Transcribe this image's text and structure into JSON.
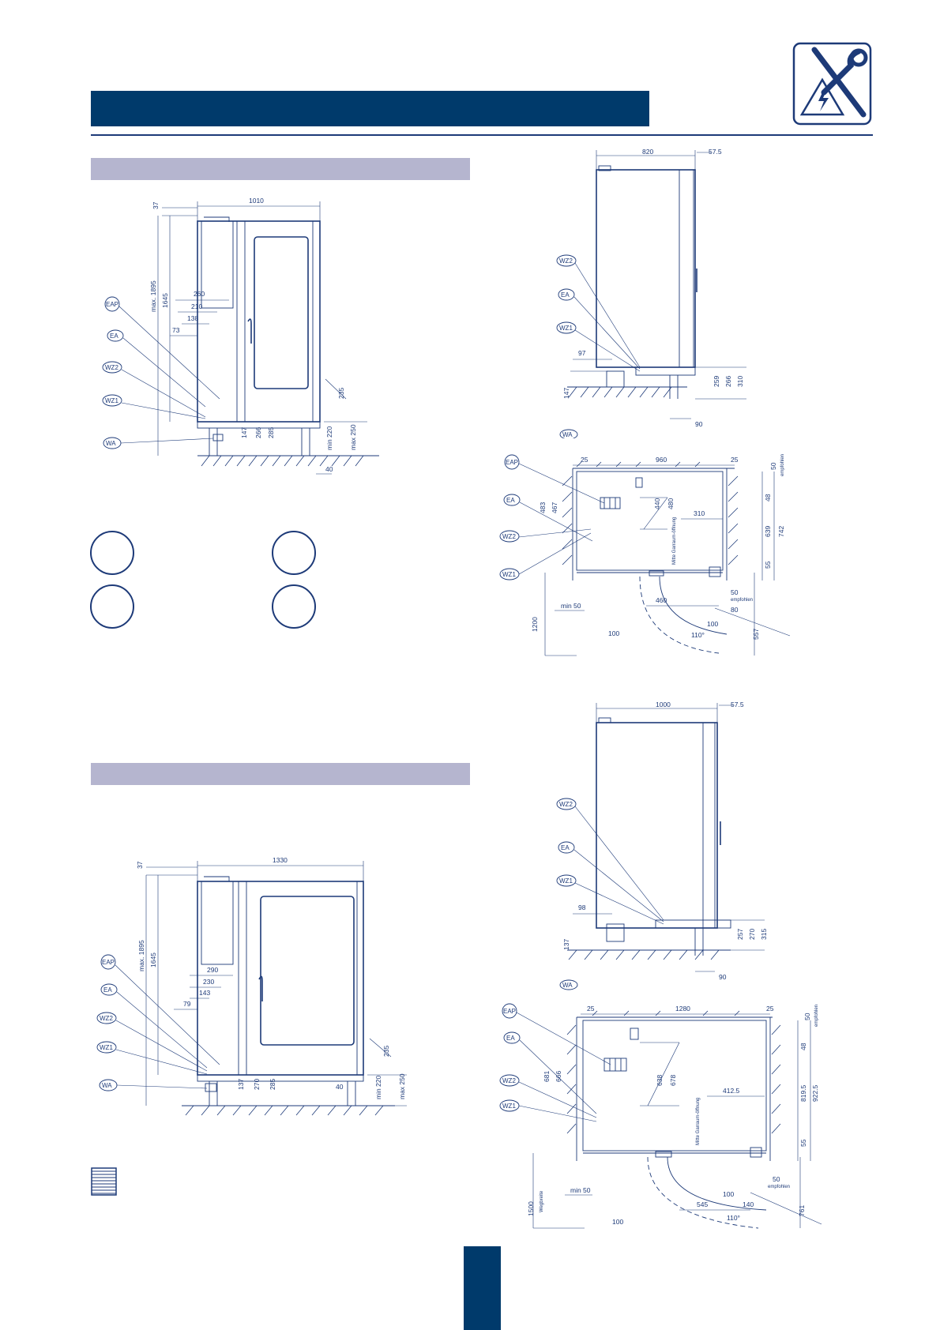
{
  "icons": {
    "header_icon": "wrench-screwdriver-electrical-icon",
    "legend_icon": "hatched-wall-icon"
  },
  "colors": {
    "title_bar": "#003a6b",
    "section_bar": "#b5b5cf",
    "line": "#1d3a78"
  },
  "top_side": {
    "dims": {
      "width": "1010",
      "top_gap": "37",
      "max_height": "max. 1895",
      "height": "1645",
      "d260": "260",
      "d210": "210",
      "d138": "138",
      "d73": "73",
      "d235": "235",
      "d147": "147",
      "d266": "266",
      "d285": "285",
      "min220": "min 220",
      "max250": "max 250",
      "d40": "40"
    },
    "labels": {
      "eap": "EAP",
      "ea": "EA",
      "wz2": "WZ2",
      "wz1": "WZ1",
      "wa": "WA"
    }
  },
  "top_right_side": {
    "dims": {
      "width": "820",
      "d575": "57.5",
      "d97": "97",
      "d147": "147",
      "d259": "259",
      "d266": "266",
      "d310": "310",
      "d90": "90"
    },
    "labels": {
      "wz2": "WZ2",
      "ea": "EA",
      "wz1": "WZ1",
      "wa": "WA"
    }
  },
  "top_plan": {
    "dims": {
      "left": "25",
      "width": "960",
      "right": "25",
      "d50": "50",
      "empf": "empfohlen",
      "d483": "483",
      "d467": "467",
      "d440": "440",
      "d480": "480",
      "d310": "310",
      "d48": "48",
      "d639": "639",
      "d742": "742",
      "d55": "55",
      "mitte": "Mitte Garraum-öffnung",
      "min50": "min 50",
      "d460": "460",
      "d50b": "50",
      "empf2": "empfohlen",
      "d80": "80",
      "d557": "557",
      "d1200": "1200",
      "d100a": "100",
      "d100b": "100",
      "angle": "110°"
    },
    "labels": {
      "eap": "EAP",
      "ea": "EA",
      "wz2": "WZ2",
      "wz1": "WZ1"
    }
  },
  "bottom_side": {
    "dims": {
      "width": "1330",
      "top_gap": "37",
      "max_height": "max. 1895",
      "height": "1645",
      "d290": "290",
      "d230": "230",
      "d143": "143",
      "d79": "79",
      "d235": "235",
      "d137": "137",
      "d270": "270",
      "d285": "285",
      "d40": "40",
      "min220": "min 220",
      "max250": "max 250"
    },
    "labels": {
      "eap": "EAP",
      "ea": "EA",
      "wz2": "WZ2",
      "wz1": "WZ1",
      "wa": "WA"
    }
  },
  "bottom_right_side": {
    "dims": {
      "width": "1000",
      "d575": "57.5",
      "d98": "98",
      "d137": "137",
      "d257": "257",
      "d270": "270",
      "d315": "315",
      "d90": "90"
    },
    "labels": {
      "wz2": "WZ2",
      "ea": "EA",
      "wz1": "WZ1",
      "wa": "WA"
    }
  },
  "bottom_plan": {
    "dims": {
      "left": "25",
      "width": "1280",
      "right": "25",
      "d50": "50",
      "empf": "empfohlen",
      "d681": "681",
      "d666": "666",
      "d638": "638",
      "d678": "678",
      "d4125": "412.5",
      "d48": "48",
      "d8195": "819.5",
      "d9225": "922.5",
      "d55": "55",
      "mitte": "Mitte Garraum-öffnung",
      "min50": "min 50",
      "d1500": "1500",
      "wegbreite": "Wegbreite",
      "d100": "100",
      "d140": "140",
      "d50b": "50",
      "empf2": "empfohlen",
      "d545": "545",
      "d761": "761",
      "d100b": "100",
      "angle": "110°"
    },
    "labels": {
      "eap": "EAP",
      "ea": "EA",
      "wz2": "WZ2",
      "wz1": "WZ1"
    }
  }
}
